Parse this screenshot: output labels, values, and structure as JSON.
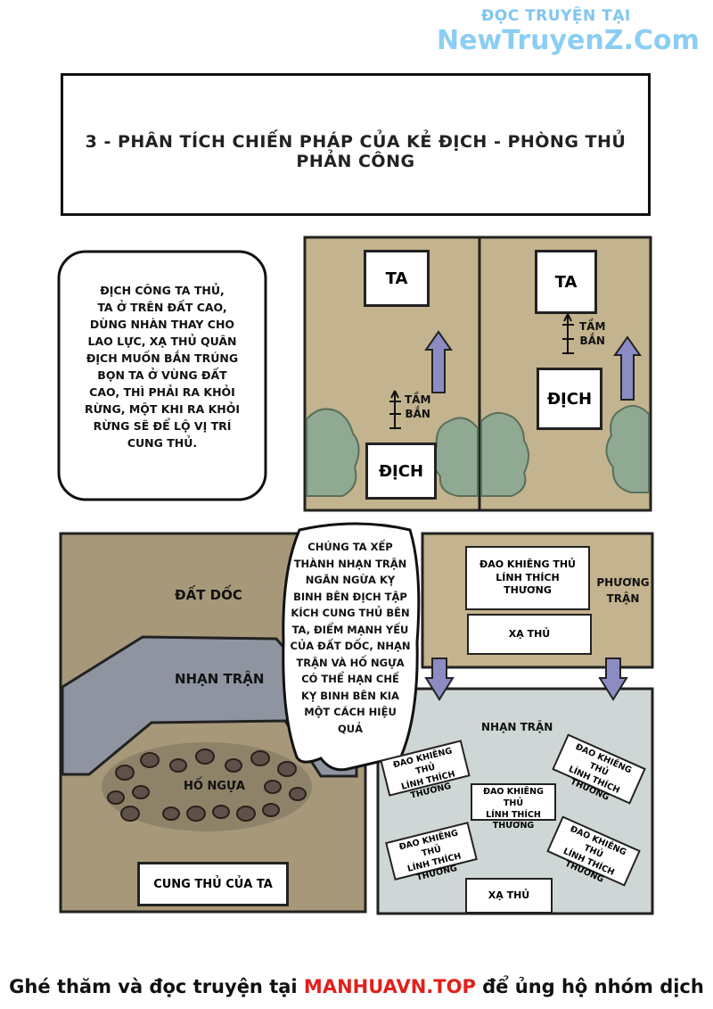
{
  "watermark": {
    "line1": "ĐỌC TRUYỆN TẠI",
    "line2": "NewTruyenZ.Com"
  },
  "title": "3 - PHÂN TÍCH CHIẾN PHÁP CỦA KẺ ĐỊCH - PHÒNG THỦ PHẢN CÔNG",
  "panel1": {
    "speech": [
      "ĐỊCH CÔNG TA THỦ,",
      "TA Ở TRÊN ĐẤT CAO,",
      "DÙNG NHÀN THAY CHO",
      "LAO LỰC, XẠ THỦ QUÂN",
      "ĐỊCH MUỐN BẮN TRÚNG",
      "BỌN TA Ở VÙNG ĐẤT",
      "CAO, THÌ PHẢI RA KHỎI",
      "RỪNG, MỘT KHI RA KHỎI",
      "RỪNG SẼ ĐỂ LỘ VỊ TRÍ",
      "CUNG THỦ."
    ],
    "left": {
      "ta": "TA",
      "dich": "ĐỊCH",
      "range": [
        "TẦM",
        "BẮN"
      ]
    },
    "right": {
      "ta": "TA",
      "dich": "ĐỊCH",
      "range": [
        "TẦM",
        "BẮN"
      ]
    }
  },
  "panel2": {
    "slope": "ĐẤT DỐC",
    "formation": "NHẠN TRẬN",
    "trap": "HỐ NGỰA",
    "archers": "CUNG THỦ CỦA TA"
  },
  "speech2": [
    "CHÚNG TA XẾP",
    "THÀNH NHẠN TRẬN",
    "NGĂN NGỪA KỴ",
    "BINH BÊN ĐỊCH TẬP",
    "KÍCH CUNG THỦ BÊN",
    "TA, ĐIỂM MẠNH YẾU",
    "CỦA ĐẤT DỐC, NHẠN",
    "TRẬN VÀ HỐ NGỰA",
    "CÓ THỂ HẠN CHẾ",
    "KỴ BINH BÊN KIA",
    "MỘT CÁCH HIỆU",
    "QUẢ"
  ],
  "panel3": {
    "shield": [
      "ĐAO KHIÊNG THỦ",
      "LÍNH THÍCH THƯƠNG"
    ],
    "archer": "XẠ THỦ",
    "square": [
      "PHƯƠNG",
      "TRẬN"
    ],
    "formation": "NHẠN TRẬN",
    "unit": [
      "ĐAO KHIÊNG THỦ",
      "LÍNH THÍCH THƯƠNG"
    ],
    "archer2": "XẠ THỦ"
  },
  "footer": {
    "pre": "Ghé thăm và đọc truyện tại ",
    "site": "MANHUAVN.TOP",
    "post": " để ủng hộ nhóm dịch"
  },
  "colors": {
    "ground": "#c3b38e",
    "slope": "#a7987a",
    "gray": "#8e94a0",
    "pale": "#cfd6d6",
    "arrow": "#8c8cc4",
    "bush": "#8fa992"
  }
}
